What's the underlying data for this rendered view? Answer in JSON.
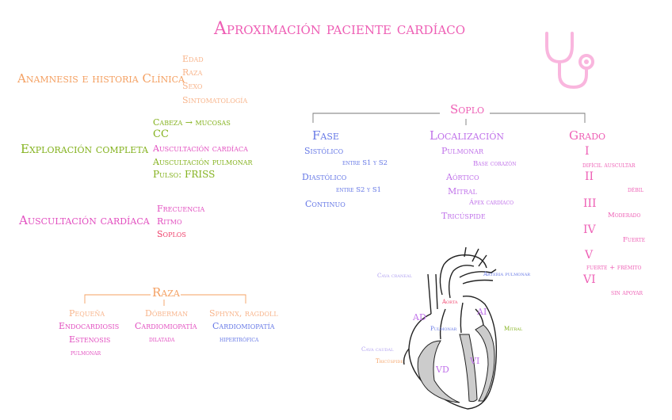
{
  "title": "Aproximación paciente cardíaco",
  "colors": {
    "pink": "#ee5fb5",
    "orange": "#f4a062",
    "peach": "#f8b58c",
    "green": "#84b21e",
    "magenta": "#e24fc0",
    "blue": "#6678e6",
    "violet": "#c072ea",
    "red": "#ef3f6a",
    "lilac": "#b0a0f0",
    "stethoscope": "#f9b6de",
    "grey": "#777777"
  },
  "anamnesis": {
    "label": "Anamnesis e historia Clínica",
    "items": [
      "Edad",
      "Raza",
      "Sexo",
      "Sintomatología"
    ]
  },
  "exploracion": {
    "label": "Exploración completa",
    "items": [
      "Cabeza → mucosas",
      "CC",
      "Auscultación cardíaca",
      "Auscultación pulmonar",
      "Pulso: FRISS"
    ]
  },
  "auscultacion": {
    "label": "Auscultación cardíaca",
    "items": [
      "Frecuencia",
      "Ritmo",
      "Soplos"
    ]
  },
  "raza": {
    "label": "Raza",
    "col1": [
      "Pequeña",
      "Endocardiosis",
      "Estenosis",
      "pulmonar"
    ],
    "col2": [
      "Dóberman",
      "Cardiomiopatía",
      "dilatada"
    ],
    "col3": [
      "Sphynx, ragdoll",
      "Cardiomiopatía",
      "hipertrófica"
    ]
  },
  "soplo": {
    "label": "Soplo",
    "fase": {
      "label": "Fase",
      "items": [
        "Sistólico",
        "entre S1 y S2",
        "Diastólico",
        "entre S2 y S1",
        "Continuo"
      ]
    },
    "localizacion": {
      "label": "Localización",
      "items": [
        "Pulmonar",
        "Base corazón",
        "Aórtico",
        "Mitral",
        "Ápex cardíaco",
        "Tricúspide"
      ]
    },
    "grado": {
      "label": "Grado",
      "items": [
        "I",
        "difícil auscultar",
        "II",
        "débil",
        "III",
        "Moderado",
        "IV",
        "Fuerte",
        "V",
        "fuerte + frémito",
        "VI",
        "sin apoyar"
      ]
    }
  },
  "heart": {
    "labels": [
      "Cava craneal",
      "Arteria pulmonar",
      "AD",
      "AI",
      "Aorta",
      "Pulmonar",
      "Mitral",
      "Cava caudal",
      "Tricúspide",
      "VD",
      "VI"
    ]
  },
  "icon": "stethoscope-icon"
}
